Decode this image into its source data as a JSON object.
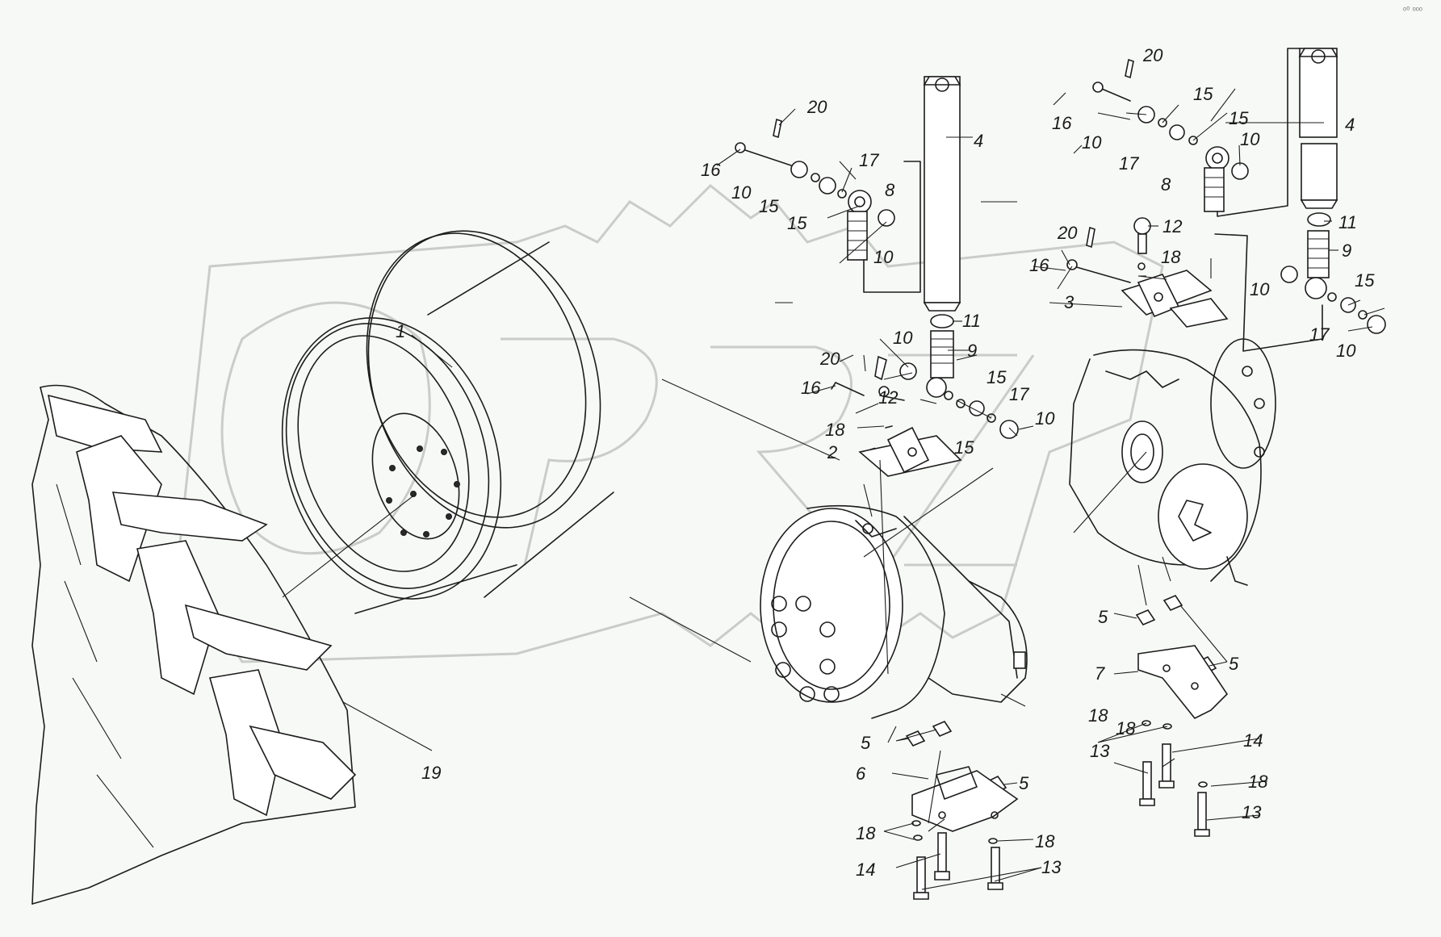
{
  "corner_mark": "ᵒ⁰ ᵒᵒᵒ",
  "callouts": [
    {
      "id": "c1",
      "text": "1"
    },
    {
      "id": "c2",
      "text": "2"
    },
    {
      "id": "c3",
      "text": "3"
    },
    {
      "id": "c4a",
      "text": "4"
    },
    {
      "id": "c4b",
      "text": "4"
    },
    {
      "id": "c5a",
      "text": "5"
    },
    {
      "id": "c5b",
      "text": "5"
    },
    {
      "id": "c5c",
      "text": "5"
    },
    {
      "id": "c5d",
      "text": "5"
    },
    {
      "id": "c6",
      "text": "6"
    },
    {
      "id": "c7",
      "text": "7"
    },
    {
      "id": "c8a",
      "text": "8"
    },
    {
      "id": "c8b",
      "text": "8"
    },
    {
      "id": "c9a",
      "text": "9"
    },
    {
      "id": "c9b",
      "text": "9"
    },
    {
      "id": "c10a",
      "text": "10"
    },
    {
      "id": "c10b",
      "text": "10"
    },
    {
      "id": "c10c",
      "text": "10"
    },
    {
      "id": "c10d",
      "text": "10"
    },
    {
      "id": "c10e",
      "text": "10"
    },
    {
      "id": "c10f",
      "text": "10"
    },
    {
      "id": "c10g",
      "text": "10"
    },
    {
      "id": "c10h",
      "text": "10"
    },
    {
      "id": "c11a",
      "text": "11"
    },
    {
      "id": "c11b",
      "text": "11"
    },
    {
      "id": "c12a",
      "text": "12"
    },
    {
      "id": "c12b",
      "text": "12"
    },
    {
      "id": "c13a",
      "text": "13"
    },
    {
      "id": "c13b",
      "text": "13"
    },
    {
      "id": "c13c",
      "text": "13"
    },
    {
      "id": "c14a",
      "text": "14"
    },
    {
      "id": "c14b",
      "text": "14"
    },
    {
      "id": "c15a",
      "text": "15"
    },
    {
      "id": "c15b",
      "text": "15"
    },
    {
      "id": "c15c",
      "text": "15"
    },
    {
      "id": "c15d",
      "text": "15"
    },
    {
      "id": "c15e",
      "text": "15"
    },
    {
      "id": "c15f",
      "text": "15"
    },
    {
      "id": "c15g",
      "text": "15"
    },
    {
      "id": "c16a",
      "text": "16"
    },
    {
      "id": "c16b",
      "text": "16"
    },
    {
      "id": "c16c",
      "text": "16"
    },
    {
      "id": "c16d",
      "text": "16"
    },
    {
      "id": "c17a",
      "text": "17"
    },
    {
      "id": "c17b",
      "text": "17"
    },
    {
      "id": "c17c",
      "text": "17"
    },
    {
      "id": "c17d",
      "text": "17"
    },
    {
      "id": "c18a",
      "text": "18"
    },
    {
      "id": "c18b",
      "text": "18"
    },
    {
      "id": "c18c",
      "text": "18"
    },
    {
      "id": "c18d",
      "text": "18"
    },
    {
      "id": "c18e",
      "text": "18"
    },
    {
      "id": "c18f",
      "text": "18"
    },
    {
      "id": "c18g",
      "text": "18"
    },
    {
      "id": "c19",
      "text": "19"
    },
    {
      "id": "c20a",
      "text": "20"
    },
    {
      "id": "c20b",
      "text": "20"
    },
    {
      "id": "c20c",
      "text": "20"
    },
    {
      "id": "c20d",
      "text": "20"
    }
  ]
}
